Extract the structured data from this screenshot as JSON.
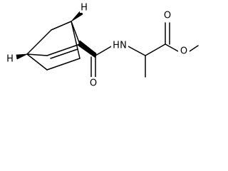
{
  "molecule": {
    "atom_labels": {
      "h_top": "H",
      "h_left": "H",
      "nh": "H",
      "n": "N",
      "o_carbonyl_amide": "O",
      "o_carbonyl_ester": "O",
      "o_ester": "O"
    }
  }
}
